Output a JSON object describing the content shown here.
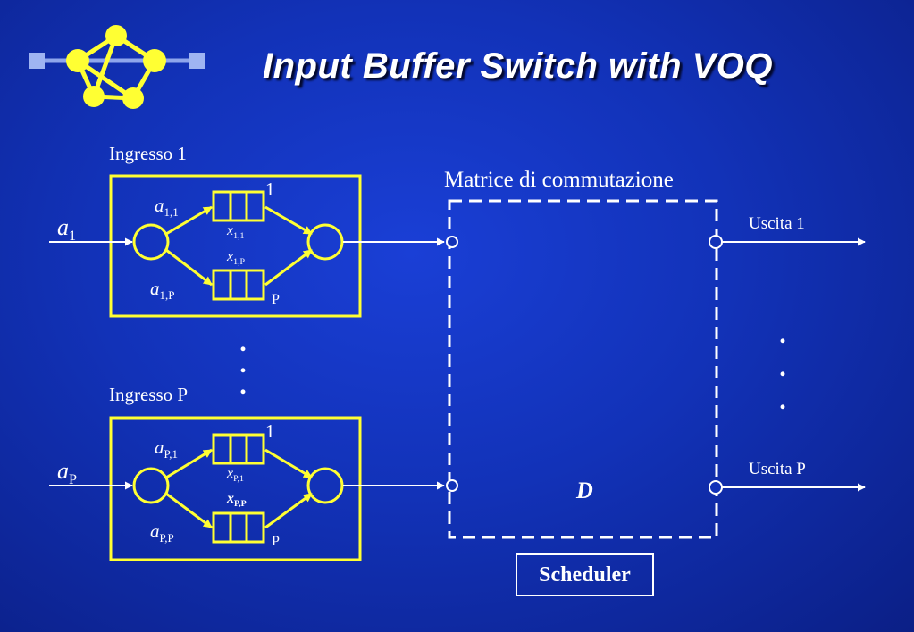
{
  "title": "Input Buffer Switch with VOQ",
  "logo": {
    "icon": "network-graph-logo"
  },
  "colors": {
    "background": "#1232b8",
    "diagram_accent": "#ffff33",
    "text": "#ffffff"
  },
  "inputs": [
    {
      "label": "Ingresso 1",
      "arrival": {
        "base": "a",
        "sub": "1"
      },
      "queue_top_arrival": {
        "base": "a",
        "sub": "1,1"
      },
      "queue_bottom_arrival": {
        "base": "a",
        "sub": "1,P"
      },
      "queue_top_x": {
        "base": "x",
        "sub": "1,1"
      },
      "queue_bottom_x": {
        "base": "x",
        "sub": "1,P"
      },
      "queue_top_index": "1",
      "queue_bottom_index": "P"
    },
    {
      "label": "Ingresso P",
      "arrival": {
        "base": "a",
        "sub": "P"
      },
      "queue_top_arrival": {
        "base": "a",
        "sub": "P,1"
      },
      "queue_bottom_arrival": {
        "base": "a",
        "sub": "P,P"
      },
      "queue_top_x": {
        "base": "x",
        "sub": "P,1"
      },
      "queue_bottom_x": {
        "base": "x",
        "sub": "P,P"
      },
      "queue_top_index": "1",
      "queue_bottom_index": "P"
    }
  ],
  "matrix": {
    "label": "Matrice di commutazione",
    "symbol": "D"
  },
  "outputs": [
    "Uscita 1",
    "Uscita P"
  ],
  "scheduler": {
    "label": "Scheduler"
  }
}
